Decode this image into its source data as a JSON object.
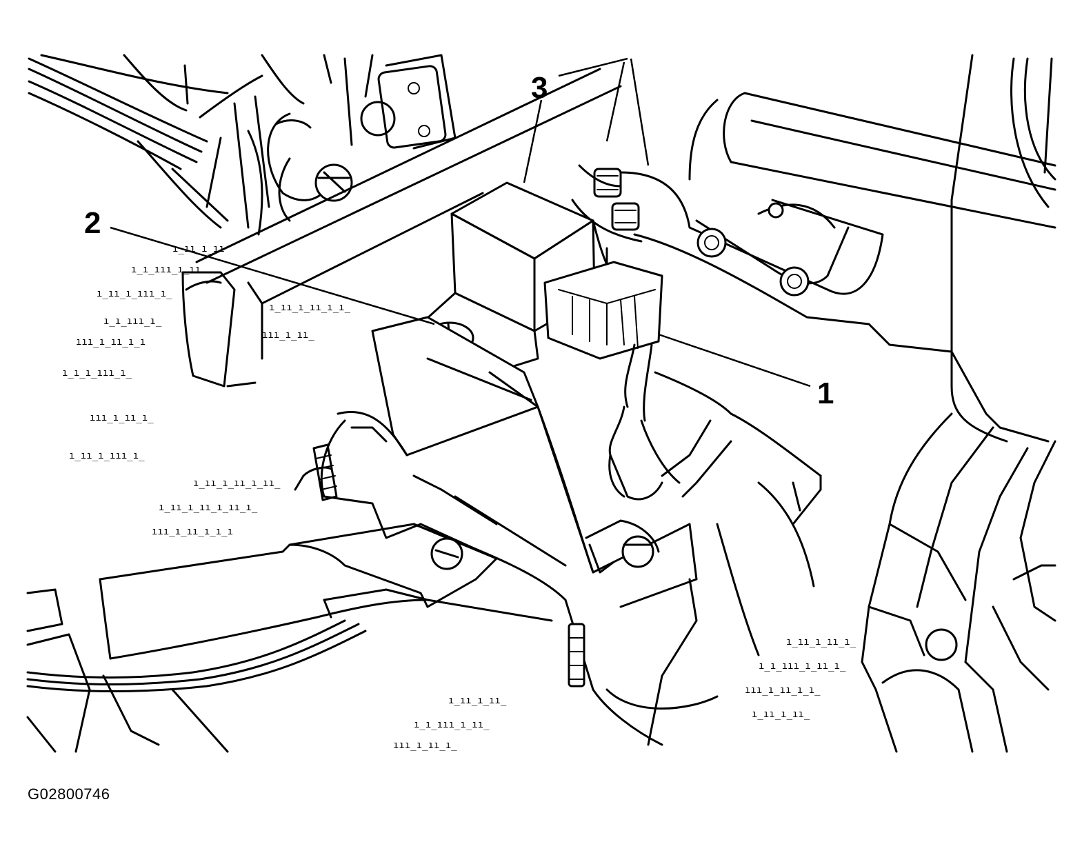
{
  "callouts": [
    {
      "id": "1",
      "label": "1"
    },
    {
      "id": "2",
      "label": "2"
    },
    {
      "id": "3",
      "label": "3"
    }
  ],
  "figure_id": "G02800746",
  "colors": {
    "line": "#000000",
    "background": "#ffffff"
  }
}
